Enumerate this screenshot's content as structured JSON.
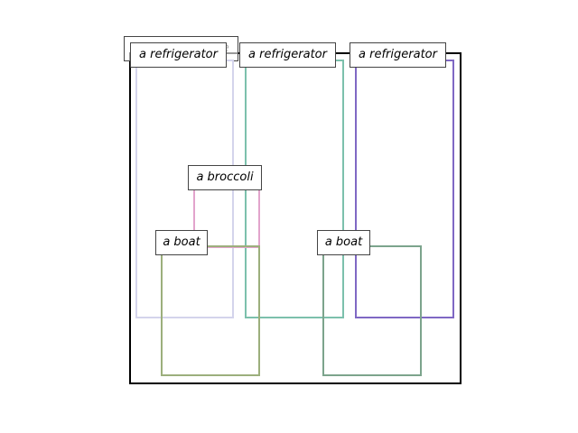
{
  "scene": {
    "title": "A realistic scene"
  },
  "objects": [
    {
      "label": "a refrigerator",
      "color": "#d4d4ec"
    },
    {
      "label": "a refrigerator",
      "color": "#7cc0ac"
    },
    {
      "label": "a refrigerator",
      "color": "#7f68c4"
    },
    {
      "label": "a broccoli",
      "color": "#e2a4cc"
    },
    {
      "label": "a boat",
      "color": "#9caf7c"
    },
    {
      "label": "a boat",
      "color": "#7ca48c"
    }
  ]
}
